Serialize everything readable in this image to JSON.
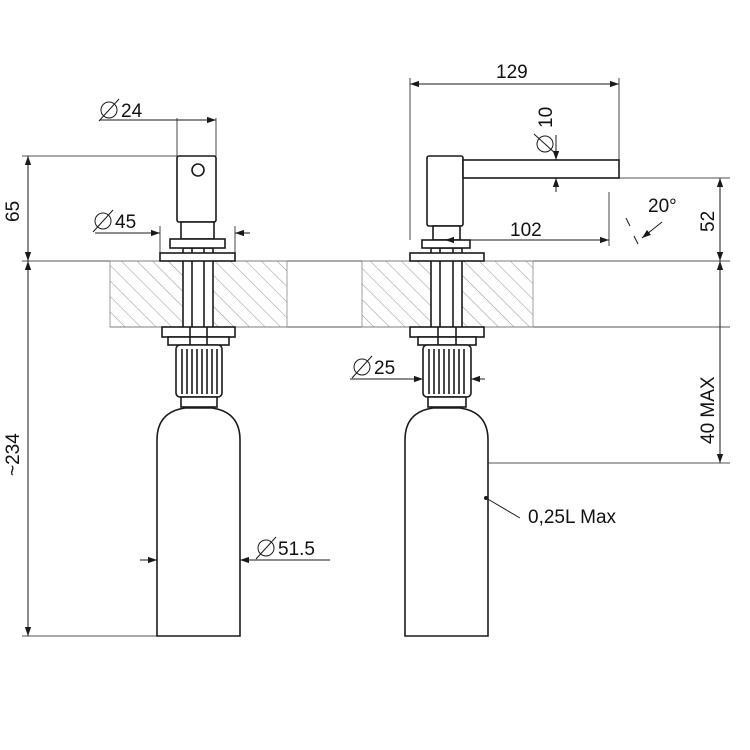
{
  "labels": {
    "dia_top_front": "24",
    "height_top": "65",
    "dia_flange": "45",
    "total_height": "~234",
    "dia_bottle": "51.5",
    "width_total": "129",
    "dia_spout": "10",
    "angle": "20°",
    "spout_reach": "102",
    "height_above": "52",
    "dia_thread": "25",
    "deck_max": "40 MAX",
    "capacity": "0,25L Max"
  },
  "colors": {
    "line": "#1a1a1a",
    "hatch": "#888888"
  }
}
